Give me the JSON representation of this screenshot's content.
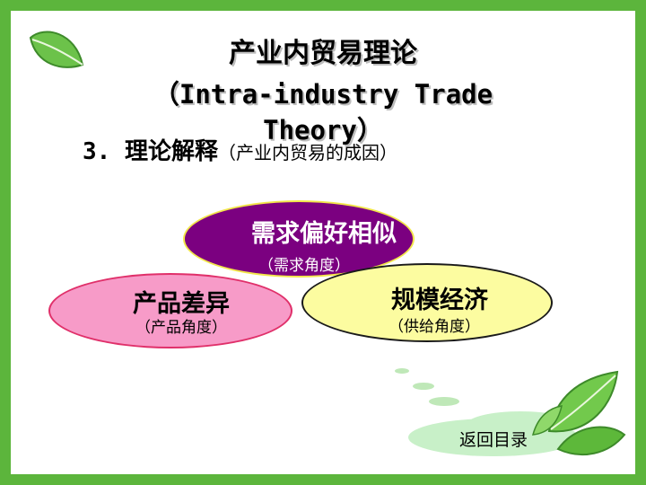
{
  "slide": {
    "title_line1": "产业内贸易理论",
    "title_line2": "（Intra-industry Trade",
    "title_line3": "Theory）",
    "point_number": "3.",
    "point_head": "理论解释",
    "point_rest": "（产业内贸易的成因）",
    "circles": [
      {
        "label": "需求偏好相似",
        "sub": "（需求角度）"
      },
      {
        "label": "产品差异",
        "sub": "（产品角度）"
      },
      {
        "label": "规模经济",
        "sub": "（供给角度）"
      }
    ],
    "nav_button": "返回目录",
    "accent_colors": {
      "frame": "#5cb53c",
      "purple": "#7b0080",
      "pink": "#f79bc8",
      "yellow": "#fcfca0"
    }
  }
}
